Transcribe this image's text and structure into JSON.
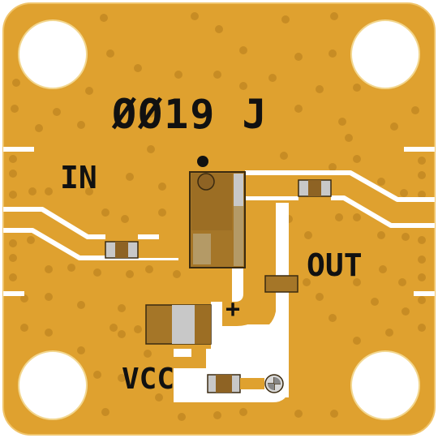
{
  "board": {
    "part_number": "ØØ19 J",
    "labels": {
      "input": "IN",
      "output": "OUT",
      "supply": "VCC",
      "polarity": "+"
    },
    "colors": {
      "substrate": "#dfa12f",
      "substrate_edge": "#e6ab3a",
      "via": "#c78c24",
      "trace": "#ffffff",
      "silkscreen": "#111111",
      "component_body": "#a57628",
      "component_body_dark": "#8e6324",
      "component_end": "#c8c8c8"
    }
  }
}
